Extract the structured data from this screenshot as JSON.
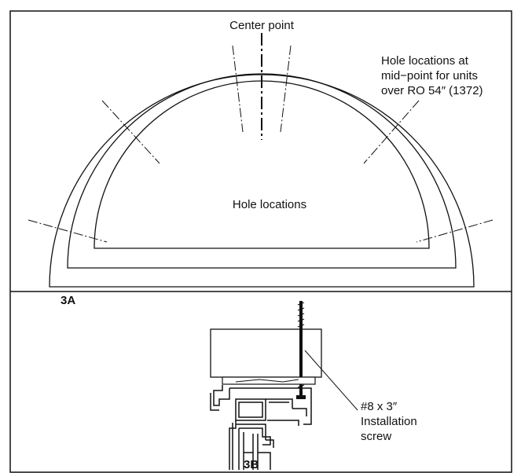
{
  "labels": {
    "center_point": "Center point",
    "hole_mid_line1": "Hole locations at",
    "hole_mid_line2": "mid−point for units",
    "hole_mid_line3": "over RO 54″ (1372)",
    "hole_locations": "Hole locations",
    "fig_3a": "3A",
    "fig_3b": "3B",
    "screw_line1": "#8 x 3″",
    "screw_line2": "Installation",
    "screw_line3": "screw"
  },
  "colors": {
    "line": "#111111",
    "background": "#ffffff"
  }
}
